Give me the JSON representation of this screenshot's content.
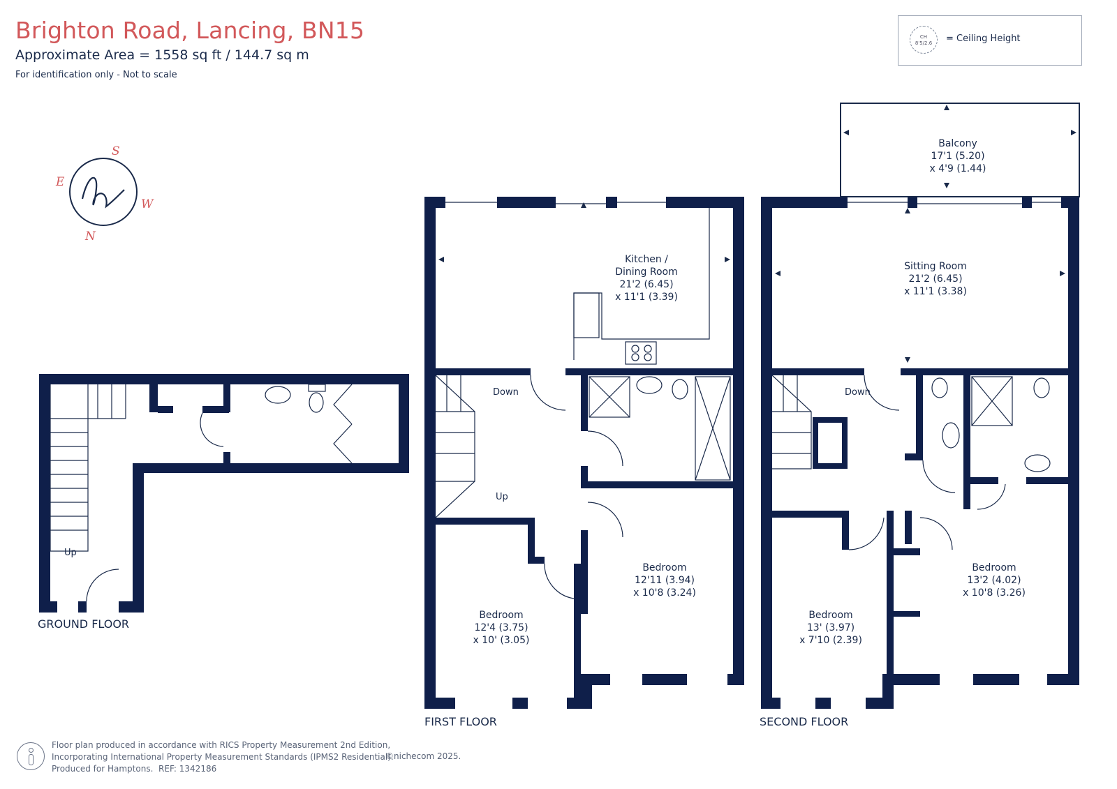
{
  "header": {
    "title": "Brighton Road, Lancing, BN15",
    "area": "Approximate Area = 1558 sq ft / 144.7 sq m",
    "note": "For identification only - Not to scale"
  },
  "legend": {
    "symbol_top": "CH",
    "symbol_bottom": "8'5/2.6",
    "label": "= Ceiling Height"
  },
  "compass": {
    "s": "S",
    "e": "E",
    "w": "W",
    "n": "N"
  },
  "floors": {
    "ground": "GROUND FLOOR",
    "first": "FIRST FLOOR",
    "second": "SECOND FLOOR"
  },
  "rooms": {
    "kitchen": {
      "line1": "Kitchen /",
      "line2": "Dining Room",
      "line3": "21'2 (6.45)",
      "line4": "x 11'1 (3.39)"
    },
    "first_bed1": {
      "line1": "Bedroom",
      "line2": "12'4 (3.75)",
      "line3": "x 10' (3.05)"
    },
    "first_bed2": {
      "line1": "Bedroom",
      "line2": "12'11 (3.94)",
      "line3": "x 10'8 (3.24)"
    },
    "balcony": {
      "line1": "Balcony",
      "line2": "17'1 (5.20)",
      "line3": "x 4'9 (1.44)"
    },
    "sitting": {
      "line1": "Sitting Room",
      "line2": "21'2 (6.45)",
      "line3": "x 11'1 (3.38)"
    },
    "second_bed1": {
      "line1": "Bedroom",
      "line2": "13' (3.97)",
      "line3": "x 7'10 (2.39)"
    },
    "second_bed2": {
      "line1": "Bedroom",
      "line2": "13'2 (4.02)",
      "line3": "x 10'8 (3.26)"
    }
  },
  "stairs": {
    "ground_up": "Up",
    "first_down": "Down",
    "first_up": "Up",
    "second_down": "Down"
  },
  "footer": {
    "line1": "Floor plan produced in accordance with RICS Property Measurement 2nd Edition,",
    "line2": "Incorporating International Property Measurement Standards (IPMS2 Residential).",
    "line3": "Produced for Hamptons.",
    "ref": "REF: 1342186",
    "copyright": "©nichecom 2025."
  },
  "colors": {
    "wall": "#0f1f4a",
    "title": "#d2585a",
    "text": "#1a2a4a"
  }
}
